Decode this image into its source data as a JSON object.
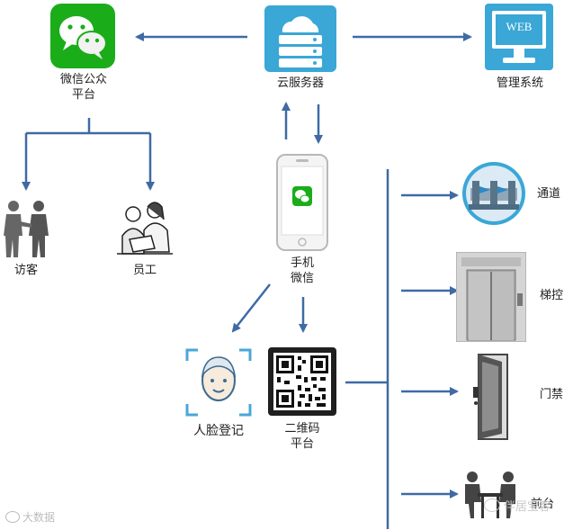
{
  "nodes": {
    "wechat_platform": {
      "line1": "微信公众",
      "line2": "平台"
    },
    "cloud_server": {
      "label": "云服务器"
    },
    "management": {
      "label": "管理系统",
      "screen_text": "WEB"
    },
    "visitor": {
      "label": "访客"
    },
    "employee": {
      "label": "员工"
    },
    "phone": {
      "line1": "手机",
      "line2": "微信"
    },
    "face": {
      "label": "人脸登记"
    },
    "qrcode": {
      "line1": "二维码",
      "line2": "平台"
    },
    "gate": {
      "label": "通道"
    },
    "elevator": {
      "label": "梯控"
    },
    "door": {
      "label": "门禁"
    },
    "desk": {
      "label": "前台"
    }
  },
  "watermarks": {
    "left": "大数据",
    "right": "伴居宝客"
  },
  "colors": {
    "arrow": "#3f6aa5",
    "wechat_green": "#1aad19",
    "server_blue": "#3aa7d6"
  }
}
